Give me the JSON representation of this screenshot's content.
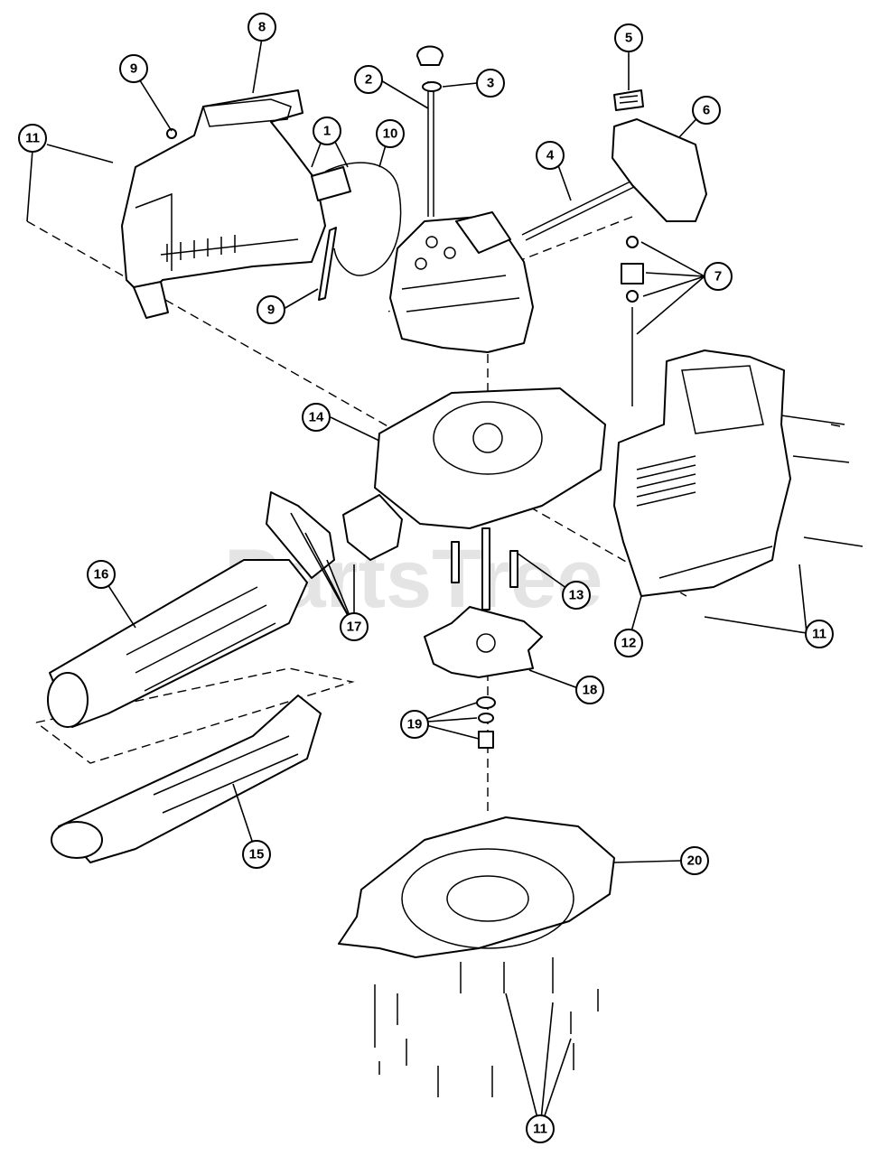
{
  "watermark": {
    "text": "PartsTree",
    "trademark": "™"
  },
  "callouts": {
    "c1": "1",
    "c2": "2",
    "c3": "3",
    "c4": "4",
    "c5": "5",
    "c6": "6",
    "c7": "7",
    "c8": "8",
    "c9a": "9",
    "c9b": "9",
    "c10": "10",
    "c11a": "11",
    "c11b": "11",
    "c11c": "11",
    "c12": "12",
    "c13": "13",
    "c14": "14",
    "c15": "15",
    "c16": "16",
    "c17": "17",
    "c18": "18",
    "c19": "19",
    "c20": "20"
  },
  "colors": {
    "line": "#000000",
    "background": "#ffffff",
    "watermark": "#cfcfcf"
  }
}
